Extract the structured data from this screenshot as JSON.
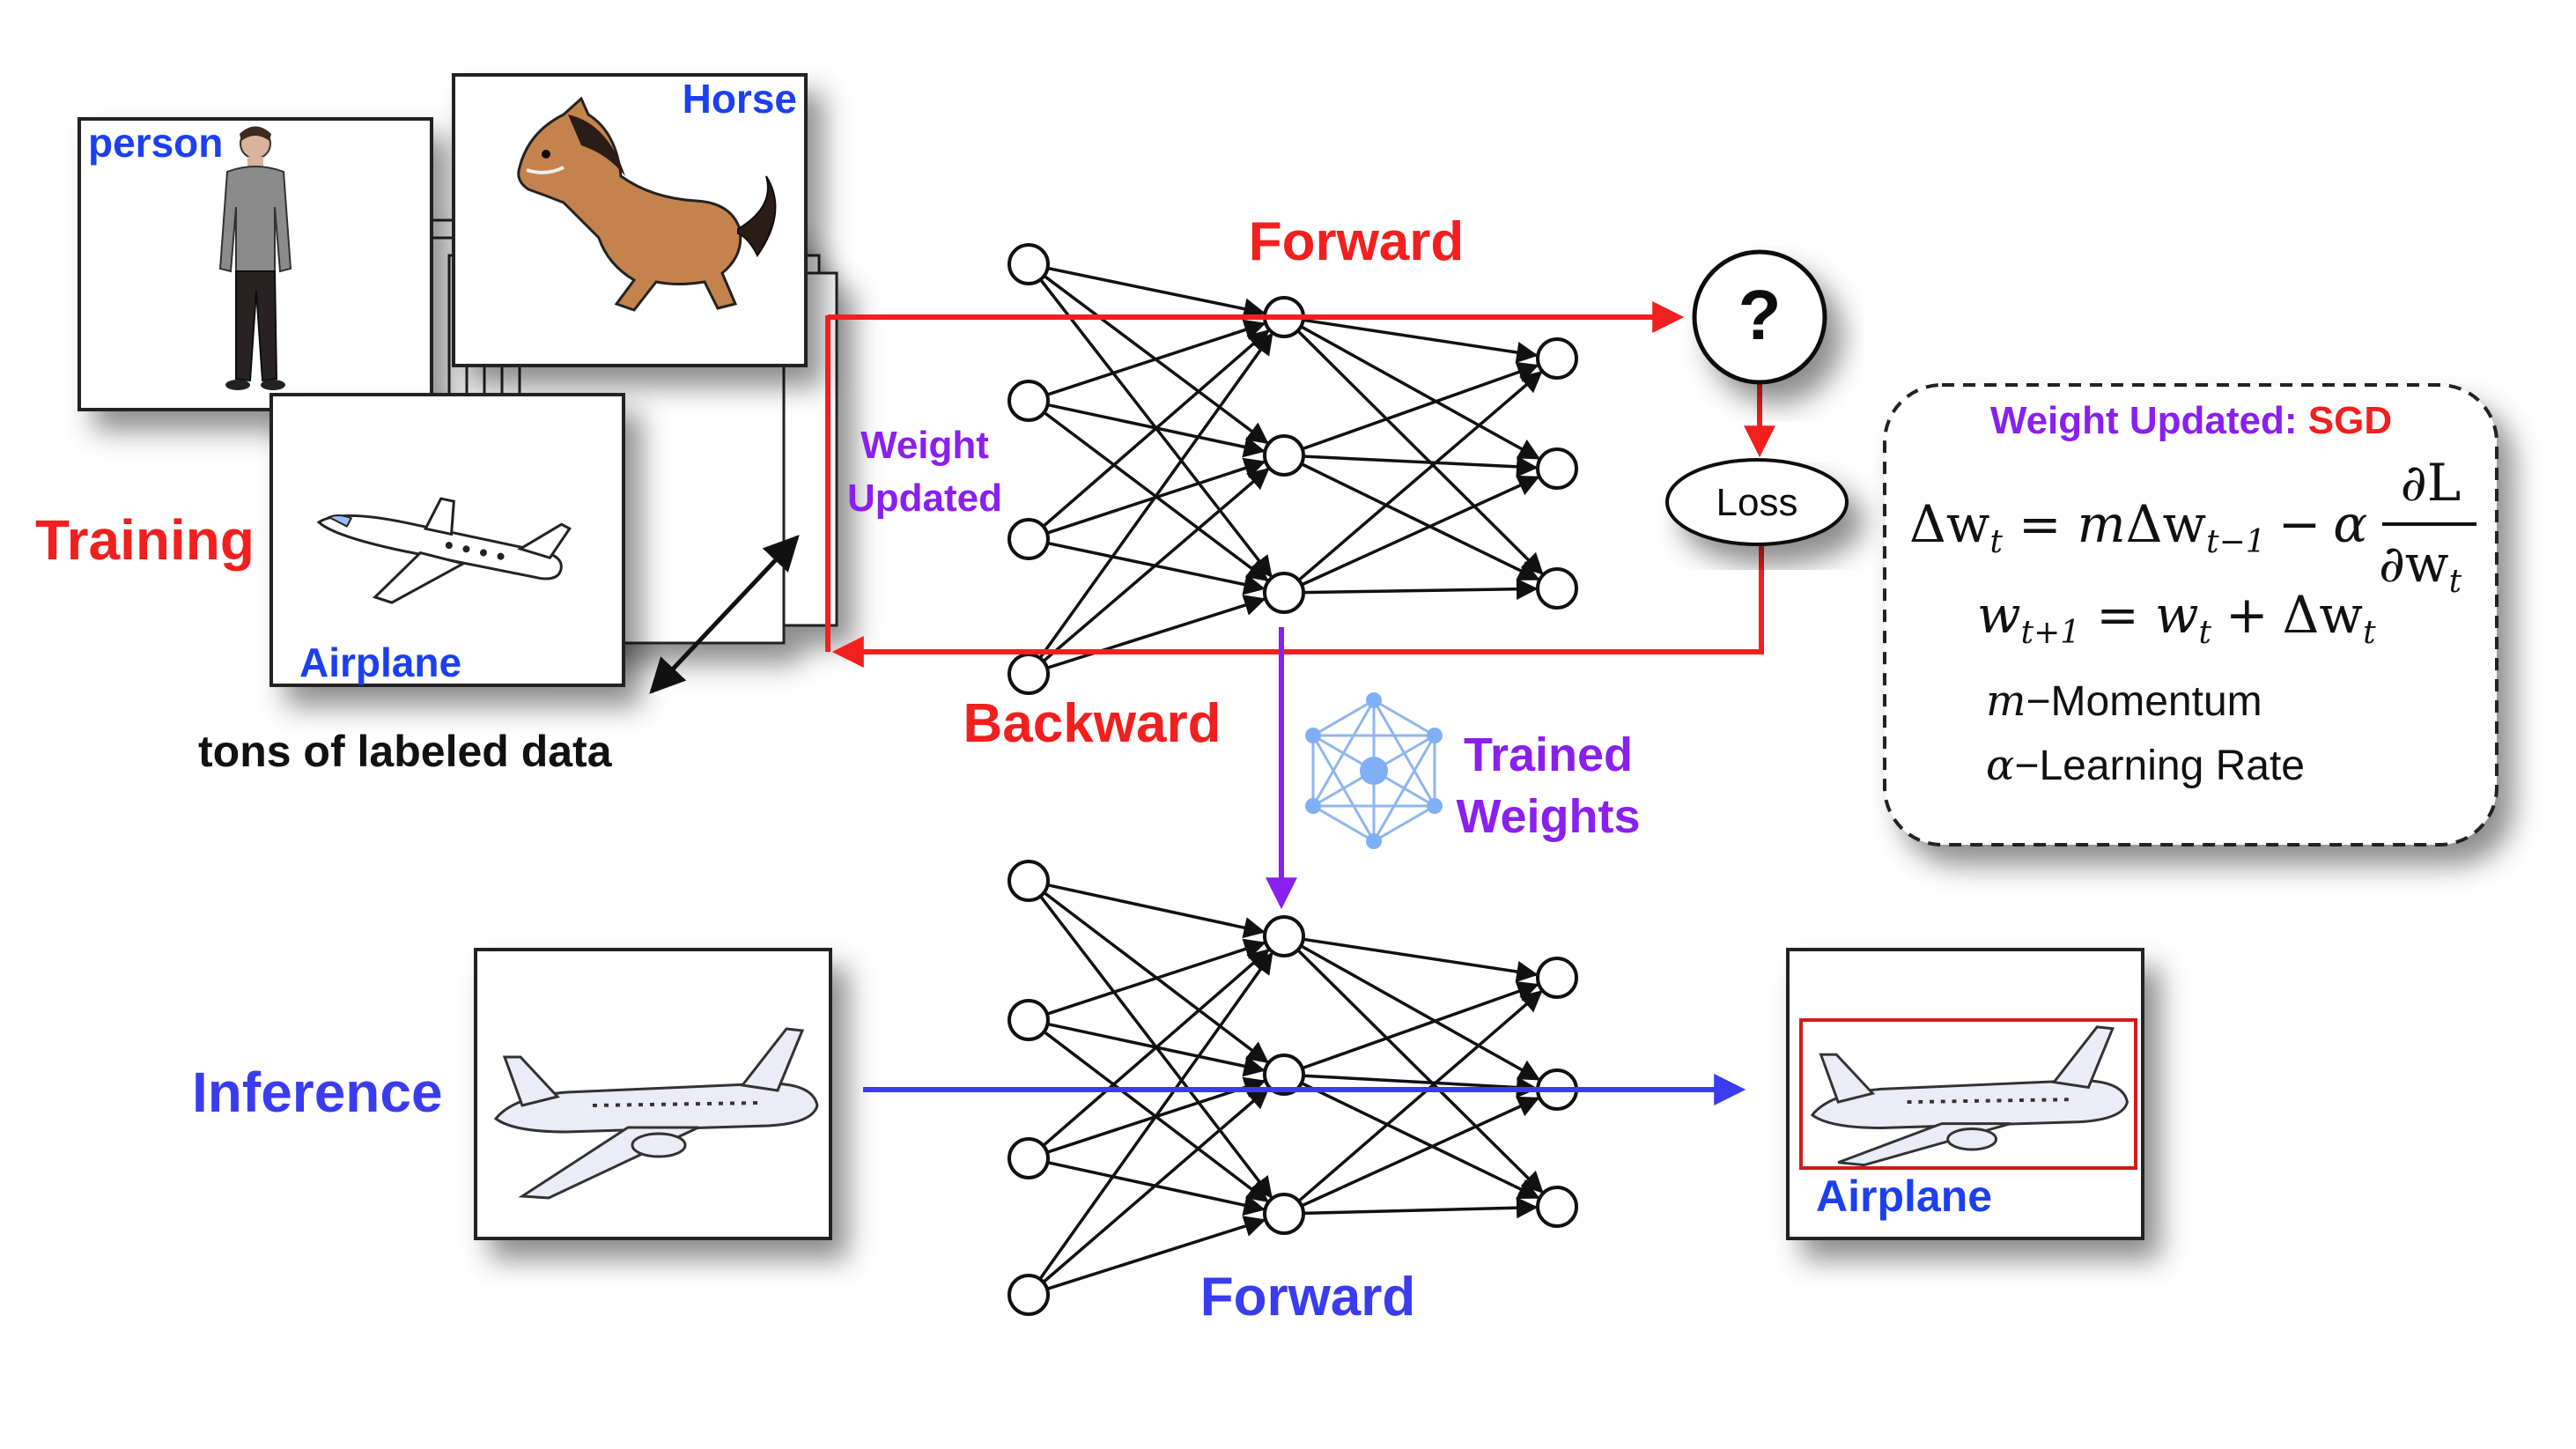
{
  "training": {
    "label": "Training",
    "cards": {
      "person": "person",
      "horse": "Horse",
      "airplane": "Airplane"
    },
    "caption": "tons of labeled data",
    "forward": "Forward",
    "backward": "Backward",
    "weight_updated": [
      "Weight",
      "Updated"
    ],
    "question": "?",
    "loss": "Loss"
  },
  "sgd_box": {
    "title_prefix": "Weight Updated: ",
    "title_method": "SGD",
    "eq1": {
      "lhs": "Δw",
      "lhs_sub": "t",
      "eq": "=",
      "m": "m",
      "dw": "Δw",
      "dw_sub": "t−1",
      "minus": "−",
      "alpha": "α",
      "num": "∂L",
      "den": "∂w",
      "den_sub": "t"
    },
    "eq2": {
      "lhs": "w",
      "lhs_sub": "t+1",
      "eq": "=",
      "w": "w",
      "w_sub": "t",
      "plus": "+",
      "dw": "Δw",
      "dw_sub": "t"
    },
    "legend": [
      {
        "symbol": "m",
        "text": "−Momentum"
      },
      {
        "symbol": "α",
        "text": "−Learning Rate"
      }
    ]
  },
  "trained_weights": [
    "Trained",
    "Weights"
  ],
  "inference": {
    "label": "Inference",
    "forward": "Forward",
    "result_label": "Airplane"
  },
  "colors": {
    "red": "#f21f1f",
    "blue": "#3b3bf0",
    "purple": "#8a1ff0",
    "label_blue": "#1f3ff0",
    "black": "#111111"
  }
}
